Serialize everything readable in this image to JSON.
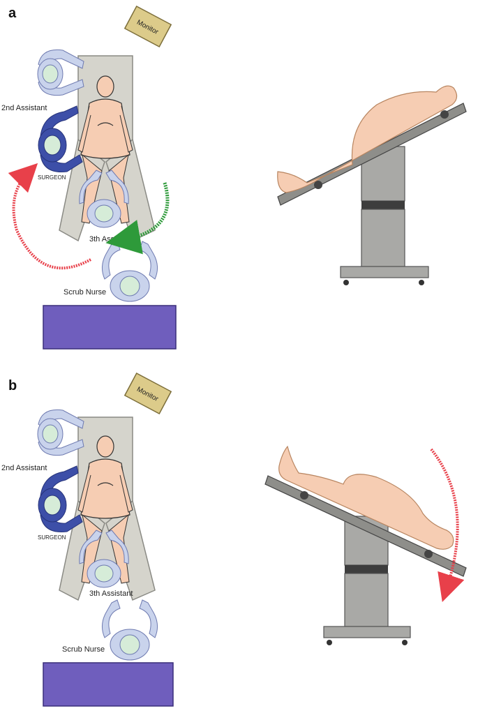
{
  "panels": [
    {
      "letter": "a",
      "labels": {
        "monitor": "Monitor",
        "second_assistant": "2nd Assistant",
        "surgeon": "SURGEON",
        "third_assistant": "3th Assistant",
        "scrub_nurse": "Scrub Nurse"
      }
    },
    {
      "letter": "b",
      "labels": {
        "monitor": "Monitor",
        "second_assistant": "2nd Assistant",
        "surgeon": "SURGEON",
        "third_assistant": "3th Assistant",
        "scrub_nurse": "Scrub Nurse"
      }
    }
  ],
  "colors": {
    "surgeon": "#3d4fa8",
    "assistant": "#c9d3ec",
    "head_circle": "#d6ecd8",
    "table_gray": "#d5d4cc",
    "patient_skin": "#f6cdb3",
    "instrument_table": "#6f5ebd",
    "monitor_tan": "#dccb8a",
    "arrow_red": "#e8404a",
    "arrow_green": "#2e9a3a"
  }
}
